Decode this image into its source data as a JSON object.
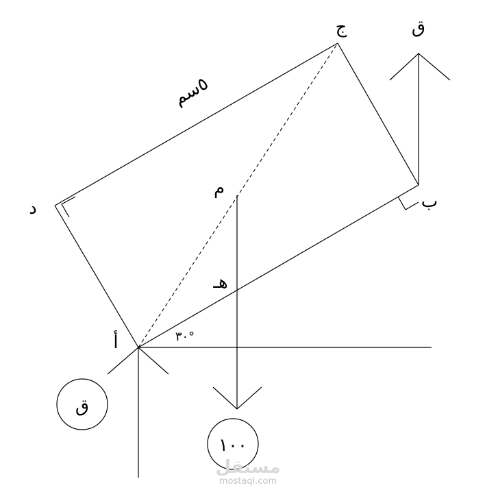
{
  "vertices": {
    "a": "أ",
    "b": "ب",
    "j": "ج",
    "d": "د",
    "m": "م",
    "h": "هـ"
  },
  "force_label_top": "ق",
  "side_length": "٥سم",
  "angle": "٣٠°",
  "circle_left": "ق",
  "circle_bottom": "١٠٠",
  "watermark": {
    "arabic": "مستقل",
    "latin": "mostaql.com"
  }
}
